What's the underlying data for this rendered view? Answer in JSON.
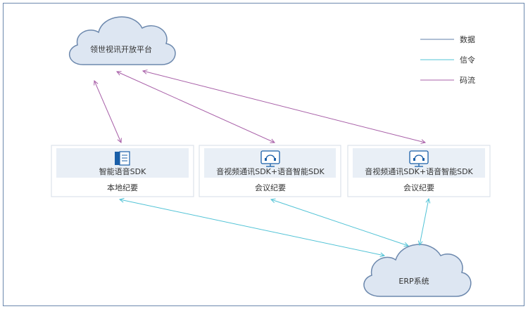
{
  "clouds": {
    "top": "领世视讯开放平台",
    "bottom": "ERP系统"
  },
  "legend": [
    {
      "label": "数据",
      "color": "#5f7fa8"
    },
    {
      "label": "信令",
      "color": "#52c3d6"
    },
    {
      "label": "码流",
      "color": "#a860a8"
    }
  ],
  "modules": [
    {
      "sdk_label": "智能语音SDK",
      "caption": "本地纪要",
      "icon": "document-icon"
    },
    {
      "sdk_label": "音视频通讯SDK+语音智能SDK",
      "caption": "会议纪要",
      "icon": "monitor-headset-icon"
    },
    {
      "sdk_label": "音视频通讯SDK+语音智能SDK",
      "caption": "会议纪要",
      "icon": "monitor-headset-icon"
    }
  ],
  "colors": {
    "cloud_fill": "#dde6f2",
    "cloud_stroke": "#6c88ad",
    "box_border": "#d6dde7",
    "sdk_band": "#e9eff6",
    "stream_line": "#a860a8",
    "signal_line": "#52c3d6"
  }
}
